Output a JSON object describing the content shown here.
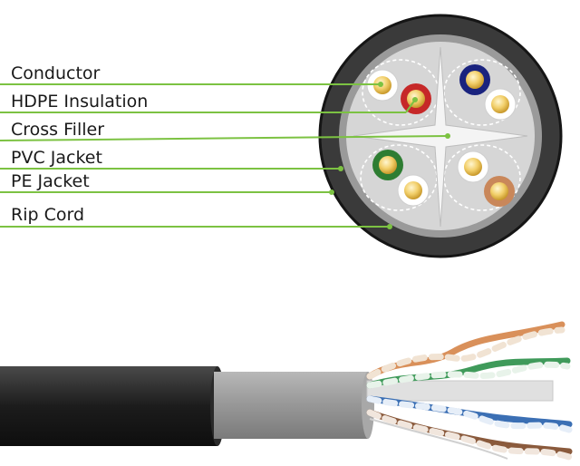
{
  "labels": [
    {
      "id": "conductor",
      "text": "Conductor"
    },
    {
      "id": "hdpe-insulation",
      "text": "HDPE Insulation"
    },
    {
      "id": "cross-filler",
      "text": "Cross Filler"
    },
    {
      "id": "pvc-jacket",
      "text": "PVC Jacket"
    },
    {
      "id": "pe-jacket",
      "text": "PE Jacket"
    },
    {
      "id": "rip-cord",
      "text": "Rip Cord"
    }
  ],
  "colors": {
    "leader_line": "#7cc242",
    "outer_jacket": "#2b2b2b",
    "inner_jacket": "#8a8a8a",
    "filler": "#d9d9d9",
    "conductor": "#e8c46a",
    "pair_blue": "#1a237e",
    "pair_red": "#c62828",
    "pair_green": "#2e7d32",
    "pair_orange": "#c9875a"
  }
}
